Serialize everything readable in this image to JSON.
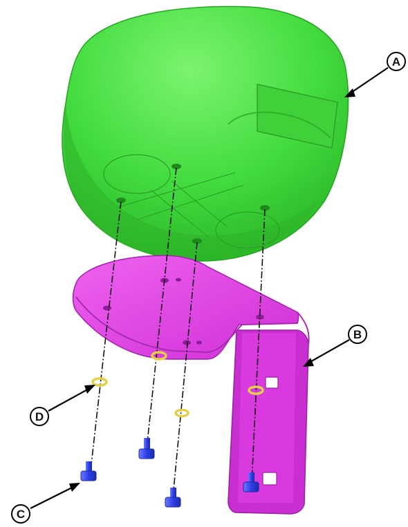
{
  "callouts": {
    "a": "A",
    "b": "B",
    "c": "C",
    "d": "D"
  },
  "colors": {
    "housing": "#4fe04a",
    "housing_dark": "#2fb82a",
    "bracket": "#e23be6",
    "bracket_dark": "#a51fb0",
    "screw": "#2d3ee6",
    "washer": "#e2cf4a"
  }
}
